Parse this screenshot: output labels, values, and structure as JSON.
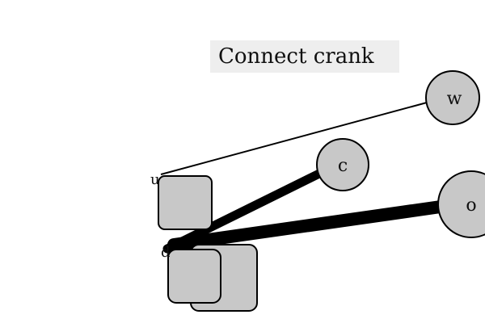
{
  "title": "Connect crank",
  "colors": {
    "background": "#ffffff",
    "title_background": "#eeeeee",
    "node_fill": "#c8c8c8",
    "stroke": "#000000"
  },
  "nodes": {
    "w": {
      "label": "w"
    },
    "c": {
      "label": "c"
    },
    "o": {
      "label": "o"
    }
  },
  "handles": {
    "upper": {
      "label": "u"
    },
    "lower": {
      "label": "d"
    }
  }
}
